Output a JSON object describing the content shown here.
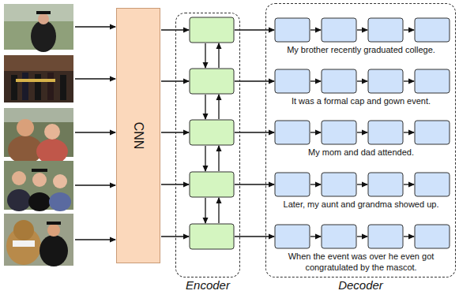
{
  "diagram": {
    "nodes": [
      {
        "text": [
          "CNN"
        ]
      },
      {
        "text": [
          "Encoder"
        ]
      },
      {
        "text": [
          "Decoder"
        ]
      }
    ],
    "labels": [
      "My brother recently graduated college.",
      "It was a formal cap and gown event.",
      "My mom and dad attended.",
      "Later, my aunt and grandma showed up.",
      "When the event was over he even got congratulated by the mascot."
    ]
  }
}
